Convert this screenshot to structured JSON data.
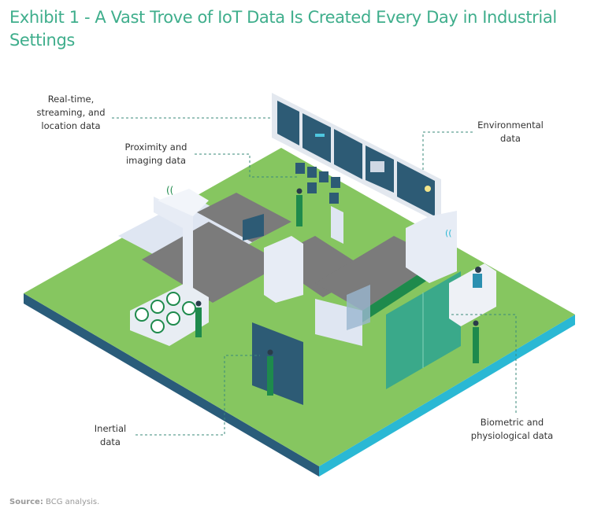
{
  "title": "Exhibit 1 - A Vast Trove of IoT Data Is Created Every Day in Industrial Settings",
  "labels": {
    "realtime": "Real-time, streaming, and location data",
    "realtime_lines": [
      "Real-time,",
      "streaming, and",
      "location data"
    ],
    "proximity_lines": [
      "Proximity and",
      "imaging data"
    ],
    "environmental_lines": [
      "Environmental",
      "data"
    ],
    "inertial_lines": [
      "Inertial",
      "data"
    ],
    "biometric_lines": [
      "Biometric and",
      "physiological data"
    ]
  },
  "source": {
    "prefix": "Source:",
    "text": "BCG analysis."
  },
  "colors": {
    "title": "#3fae8c",
    "floor": "#86c660",
    "side_left": "#2a5c7a",
    "side_right": "#2ab8d4",
    "conveyor": "#7b7b7b",
    "machine": "#dfe6f2",
    "accent_green": "#1e8a4c",
    "screen": "#2d5b75",
    "door": "#3aa98a",
    "leader": "#3a8a7a"
  }
}
